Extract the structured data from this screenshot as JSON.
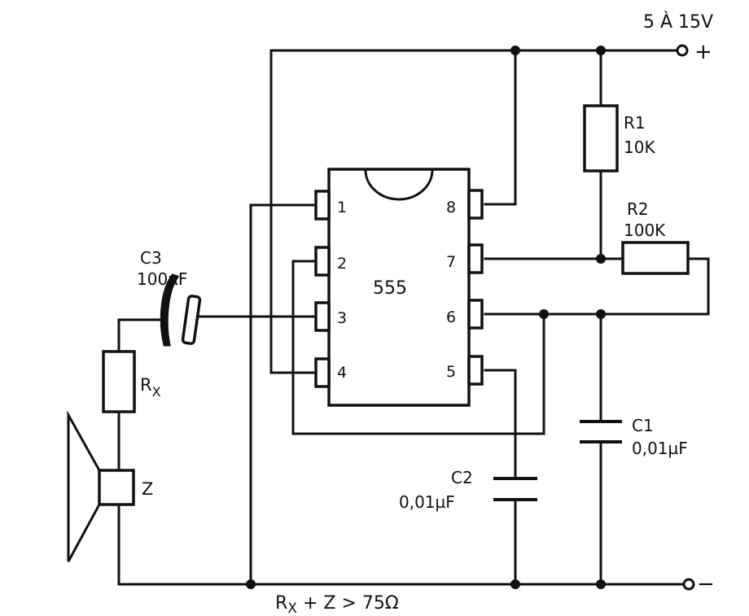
{
  "supply": {
    "label": "5 À 15V",
    "plus": "+",
    "minus": "−"
  },
  "ic": {
    "label": "555",
    "pins": {
      "p1": "1",
      "p2": "2",
      "p3": "3",
      "p4": "4",
      "p5": "5",
      "p6": "6",
      "p7": "7",
      "p8": "8"
    }
  },
  "components": {
    "r1": {
      "name": "R1",
      "value": "10K"
    },
    "r2": {
      "name": "R2",
      "value": "100K"
    },
    "c1": {
      "name": "C1",
      "value": "0,01µF"
    },
    "c2": {
      "name": "C2",
      "value": "0,01µF"
    },
    "c3": {
      "name": "C3",
      "value": "100µF"
    },
    "rx": {
      "name": "R",
      "sub": "X"
    },
    "z": {
      "name": "Z"
    }
  },
  "formula": {
    "r": "R",
    "r_sub": "X",
    "rest": " + Z > 75Ω"
  }
}
